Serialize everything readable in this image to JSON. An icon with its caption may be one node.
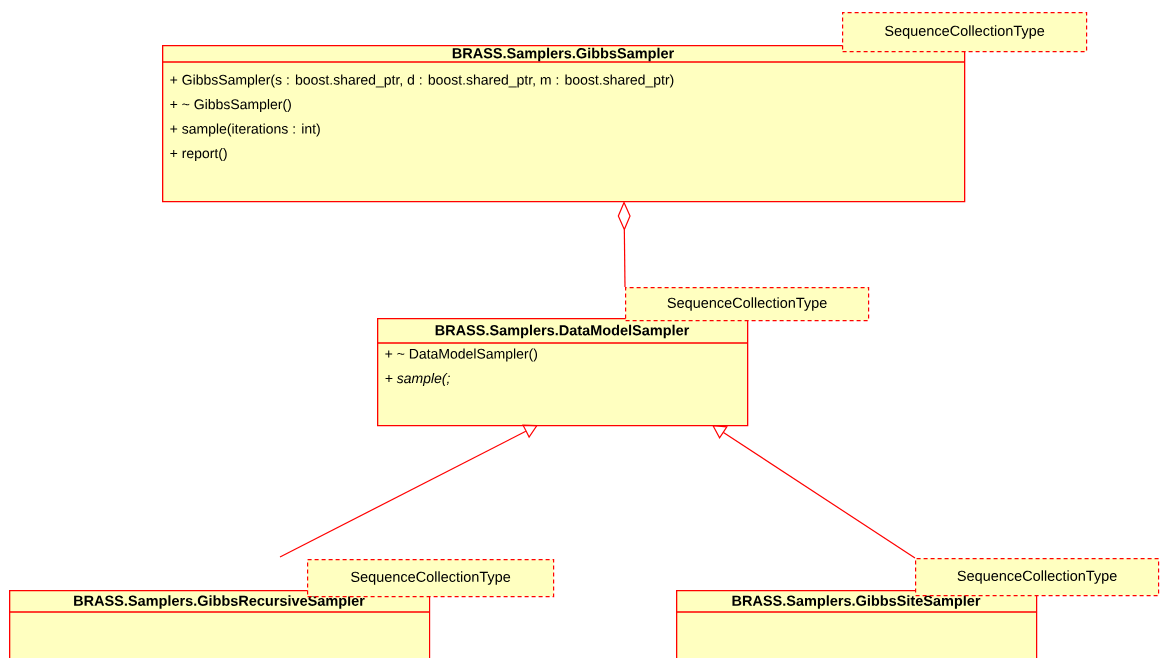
{
  "diagram": {
    "nodes": [
      {
        "text": [
          "BRASS.Samplers.GibbsSampler",
          "+ GibbsSampler(s : boost.shared_ptr, d : boost.shared_ptr, m : boost.shared_ptr)",
          "+ ~ GibbsSampler()",
          "+ sample(iterations : int)",
          "+ report()"
        ],
        "beside": [
          "SequenceCollectionType"
        ]
      },
      {
        "text": [
          "BRASS.Samplers.DataModelSampler",
          "+ ~ DataModelSampler()",
          "*+ sample(;*"
        ],
        "beside": [
          "SequenceCollectionType"
        ]
      },
      {
        "text": [
          "BRASS.Samplers.GibbsRecursiveSampler"
        ],
        "beside": [
          "SequenceCollectionType"
        ]
      },
      {
        "text": [
          "BRASS.Samplers.GibbsSiteSampler"
        ],
        "beside": [
          "SequenceCollectionType"
        ]
      }
    ],
    "edges": [
      {
        "from": 1,
        "to": 0,
        "arrow": "other"
      },
      {
        "from": 2,
        "to": 1,
        "arrow": "to"
      },
      {
        "from": 3,
        "to": 1,
        "arrow": "to"
      }
    ]
  }
}
